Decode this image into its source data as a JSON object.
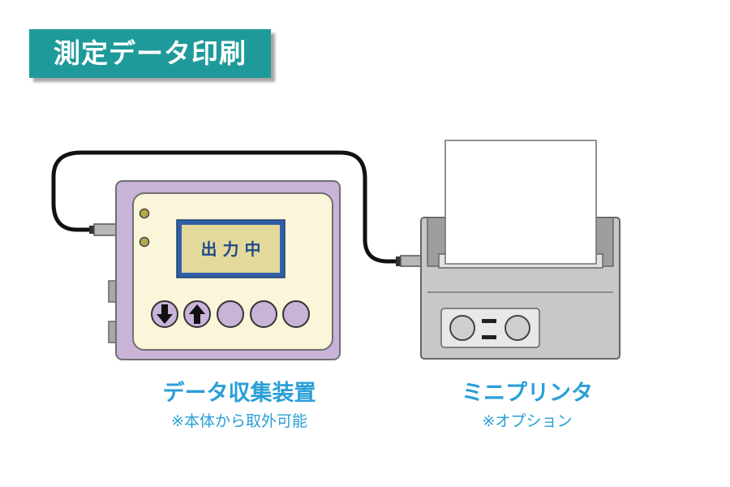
{
  "title": "測定データ印刷",
  "collector": {
    "screen_text": "出 力 中",
    "name": "データ収集装置",
    "note": "※本体から取外可能",
    "buttons": [
      "down-arrow",
      "up-arrow",
      "blank",
      "blank",
      "blank"
    ]
  },
  "printer": {
    "name": "ミニプリンタ",
    "note": "※オプション"
  },
  "colors": {
    "banner": "#1f9a9a",
    "caption": "#2a9fd8",
    "device_body": "#c9b3d9",
    "device_panel": "#fbf6d9",
    "screen": "#e3d99a",
    "screen_border": "#2f5fa8",
    "printer_body": "#c8c8c8"
  }
}
